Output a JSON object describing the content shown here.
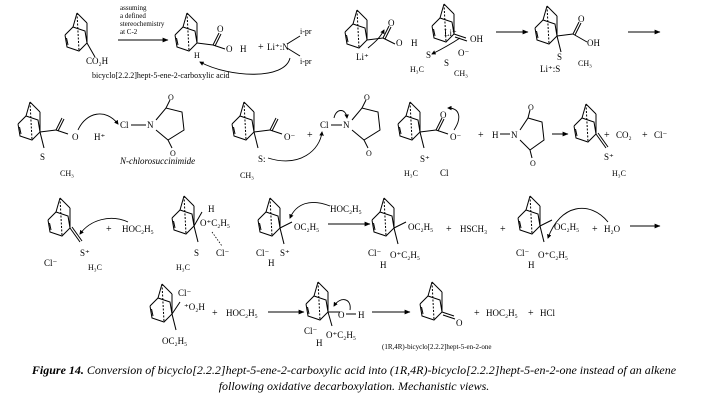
{
  "scheme": {
    "stereo_note_lines": [
      "assuming",
      "a defined",
      "stereochemistry",
      "at C-2"
    ],
    "rows": [
      {
        "id": "row1",
        "labels": {
          "co2h": "CO₂H",
          "h_small": "H",
          "h_acid_1": "H",
          "o_acid_1": "O",
          "o_carbonyl_1": "O",
          "plus_1": "+",
          "li_amide": "Li⁺:N",
          "ipr_top": "i-pr",
          "ipr_bottom": "i-pr",
          "li_1": "Li⁺",
          "o_carbonyl_2": "O",
          "o_minus_2": "O",
          "h_2": "H",
          "li_2": "Li⁺",
          "oh_3": "OH",
          "o_minus_3": "O⁻",
          "s_1": "S",
          "s_2": "S",
          "ch3_1": "H₃C",
          "ch3_2": "CH₃",
          "oh_4": "OH",
          "o_4": "O",
          "s_4": "S",
          "ch3_4": "CH₃",
          "li_s": "Li⁺:S"
        },
        "compound_name": "bicyclo[2.2.2]hept-5-ene-2-carboxylic acid"
      },
      {
        "id": "row2",
        "labels": {
          "o_acid": "O",
          "h_plus": "H⁺",
          "s_me": "S",
          "ch3": "CH₃",
          "cl_ncs": "Cl",
          "n_ncs": "N",
          "o_ncs_top": "O",
          "o_ncs_bottom": "O",
          "o_minus": "O⁻",
          "s_colon": "S:",
          "ch3_b": "CH₃",
          "plus_a": "+",
          "cl_b": "Cl",
          "n_b": "N",
          "o_b_top": "O",
          "o_b_bottom": "O",
          "o_c": "O",
          "o_minus_c": "O⁻",
          "s_plus": "S⁺",
          "h3c_c": "H₃C",
          "cl_c": "Cl",
          "plus_c": "+",
          "h_n": "H",
          "n_d": "N",
          "o_d_top": "O",
          "o_d_bottom": "O",
          "s_plus_e": "S⁺",
          "h3c_e": "H₃C",
          "plus_e": "+",
          "co2": "CO₂",
          "plus_f": "+",
          "cl_minus": "Cl⁻"
        },
        "reagent_name": "N-chlorosuccinimide"
      },
      {
        "id": "row3",
        "labels": {
          "cl_minus_a": "Cl⁻",
          "s_plus_a": "S⁺",
          "h3c_a": "H₃C",
          "plus_a": "+",
          "hoc2h5_a": "HOC₂H₅",
          "h_b": "H",
          "o_b": "O⁺C₂H₅",
          "s_b": "S",
          "h3c_b": "H₃C",
          "cl_b": "Cl⁻",
          "oc2h5_c": "OC₂H₅",
          "cl_c": "Cl⁻",
          "h_c": "H",
          "s_plus_c": "S⁺",
          "hoc2h5_c": "HOC₂H₅",
          "oc2h5_d": "OC₂H₅",
          "cl_d": "Cl⁻",
          "h_d": "H",
          "o_d": "O⁺C₂H₅",
          "plus_d": "+",
          "hsch3": "HSCH₃",
          "plus_d2": "+",
          "oc2h5_e": "OC₂H₅",
          "cl_e": "Cl⁻",
          "h_e": "H",
          "o_e": "O⁺C₂H₅",
          "plus_e": "+",
          "h2o": "H₂O"
        }
      },
      {
        "id": "row4",
        "labels": {
          "cl_minus_a": "Cl⁻",
          "oh2": "⁺O₂H",
          "oc2h5_a": "OC₂H₅",
          "plus_a": "+",
          "hoc2h5_a": "HOC₂H₅",
          "o_b": "O",
          "h_b": "H",
          "cl_b": "Cl⁻",
          "h_b2": "H",
          "o_b2": "O⁺C₂H₅",
          "o_c": "O",
          "plus_c": "+",
          "hoc2h5_c": "HOC₂H₅",
          "plus_c2": "+",
          "hcl": "HCl"
        },
        "product_name": "(1R,4R)-bicyclo[2.2.2]hept-5-en-2-one"
      }
    ]
  },
  "caption": {
    "figure_label": "Figure 14.",
    "text": "Conversion of bicyclo[2.2.2]hept-5-ene-2-carboxylic acid into (1R,4R)-bicyclo[2.2.2]hept-5-en-2-one instead of an alkene following oxidative decarboxylation. Mechanistic views."
  }
}
